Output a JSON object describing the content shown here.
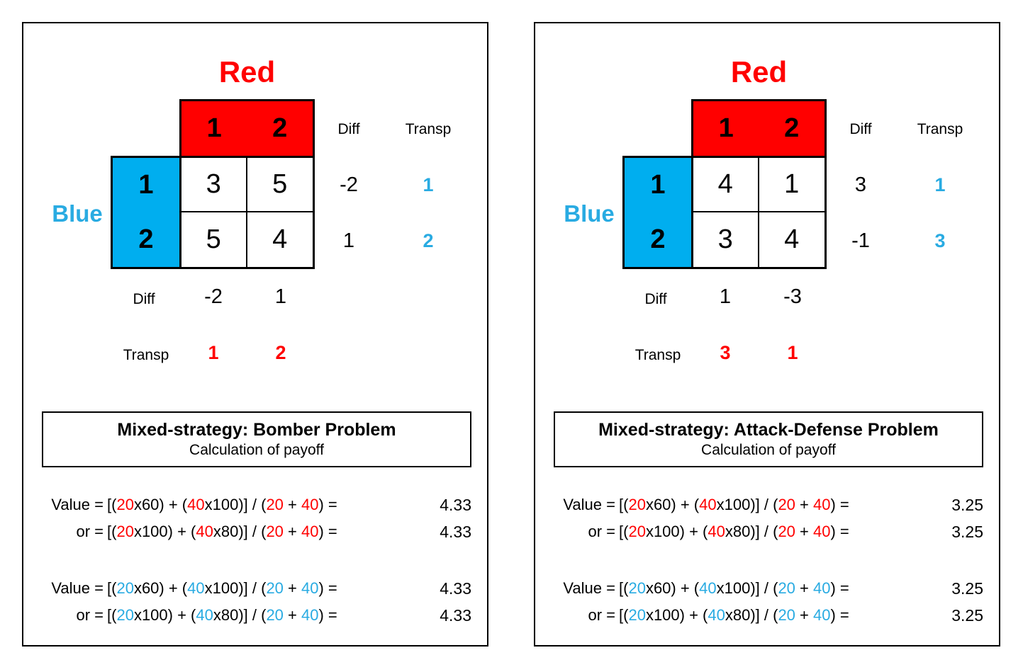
{
  "colors": {
    "red": "#FF0000",
    "blue_fill": "#00AEEF",
    "blue_text": "#29ABE2",
    "black": "#000000"
  },
  "panels": [
    {
      "red_title": "Red",
      "blue_title": "Blue",
      "red_cols": [
        "1",
        "2"
      ],
      "blue_rows": [
        "1",
        "2"
      ],
      "matrix": [
        "3",
        "5",
        "5",
        "4"
      ],
      "col_diff_header": "Diff",
      "col_transp_header": "Transp",
      "col_diff": [
        "-2",
        "1"
      ],
      "col_transp": [
        "1",
        "2"
      ],
      "row_diff_label": "Diff",
      "row_diff": [
        "-2",
        "1"
      ],
      "row_transp_label": "Transp",
      "row_transp": [
        "1",
        "2"
      ],
      "box_title": "Mixed-strategy: Bomber Problem",
      "box_subtitle": "Calculation of payoff",
      "calc_red": [
        {
          "label": "Value =",
          "segments": [
            "[(",
            "20",
            "x60) + (",
            "40",
            "x100)] / (",
            "20",
            " + ",
            "40",
            ") ="
          ],
          "result": "4.33"
        },
        {
          "label": "or =",
          "segments": [
            "[(",
            "20",
            "x100) + (",
            "40",
            "x80)] / (",
            "20",
            " + ",
            "40",
            ") ="
          ],
          "result": "4.33"
        }
      ],
      "calc_blue": [
        {
          "label": "Value =",
          "segments": [
            "[(",
            "20",
            "x60) + (",
            "40",
            "x100)] / (",
            "20",
            " + ",
            "40",
            ") ="
          ],
          "result": "4.33"
        },
        {
          "label": "or =",
          "segments": [
            "[(",
            "20",
            "x100) + (",
            "40",
            "x80)] / (",
            "20",
            " + ",
            "40",
            ") ="
          ],
          "result": "4.33"
        }
      ]
    },
    {
      "red_title": "Red",
      "blue_title": "Blue",
      "red_cols": [
        "1",
        "2"
      ],
      "blue_rows": [
        "1",
        "2"
      ],
      "matrix": [
        "4",
        "1",
        "3",
        "4"
      ],
      "col_diff_header": "Diff",
      "col_transp_header": "Transp",
      "col_diff": [
        "3",
        "-1"
      ],
      "col_transp": [
        "1",
        "3"
      ],
      "row_diff_label": "Diff",
      "row_diff": [
        "1",
        "-3"
      ],
      "row_transp_label": "Transp",
      "row_transp": [
        "3",
        "1"
      ],
      "box_title": "Mixed-strategy: Attack-Defense Problem",
      "box_subtitle": "Calculation of payoff",
      "calc_red": [
        {
          "label": "Value =",
          "segments": [
            "[(",
            "20",
            "x60) + (",
            "40",
            "x100)] / (",
            "20",
            " + ",
            "40",
            ") ="
          ],
          "result": "3.25"
        },
        {
          "label": "or =",
          "segments": [
            "[(",
            "20",
            "x100) + (",
            "40",
            "x80)] / (",
            "20",
            " + ",
            "40",
            ") ="
          ],
          "result": "3.25"
        }
      ],
      "calc_blue": [
        {
          "label": "Value =",
          "segments": [
            "[(",
            "20",
            "x60) + (",
            "40",
            "x100)] / (",
            "20",
            " + ",
            "40",
            ") ="
          ],
          "result": "3.25"
        },
        {
          "label": "or =",
          "segments": [
            "[(",
            "20",
            "x100) + (",
            "40",
            "x80)] / (",
            "20",
            " + ",
            "40",
            ") ="
          ],
          "result": "3.25"
        }
      ]
    }
  ]
}
